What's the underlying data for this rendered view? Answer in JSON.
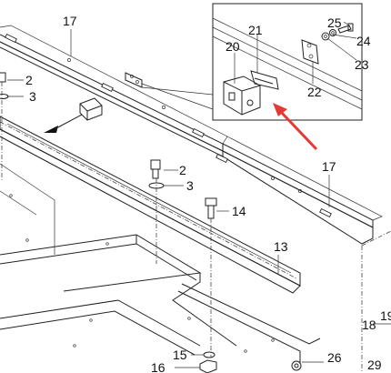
{
  "diagram": {
    "callouts": [
      {
        "id": "c17a",
        "text": "17"
      },
      {
        "id": "c25",
        "text": "25"
      },
      {
        "id": "c21",
        "text": "21"
      },
      {
        "id": "c20",
        "text": "20"
      },
      {
        "id": "c24",
        "text": "24"
      },
      {
        "id": "c23",
        "text": "23"
      },
      {
        "id": "c22",
        "text": "22"
      },
      {
        "id": "c2a",
        "text": "2"
      },
      {
        "id": "c3a",
        "text": "3"
      },
      {
        "id": "c17b",
        "text": "17"
      },
      {
        "id": "c2b",
        "text": "2"
      },
      {
        "id": "c3b",
        "text": "3"
      },
      {
        "id": "c14",
        "text": "14"
      },
      {
        "id": "c13",
        "text": "13"
      },
      {
        "id": "c19",
        "text": "19"
      },
      {
        "id": "c18",
        "text": "18"
      },
      {
        "id": "c15",
        "text": "15"
      },
      {
        "id": "c16",
        "text": "16"
      },
      {
        "id": "c26",
        "text": "26"
      },
      {
        "id": "c29",
        "text": "29"
      }
    ],
    "colors": {
      "line": "#222222",
      "arrow": "#e53935",
      "background": "#ffffff"
    }
  }
}
